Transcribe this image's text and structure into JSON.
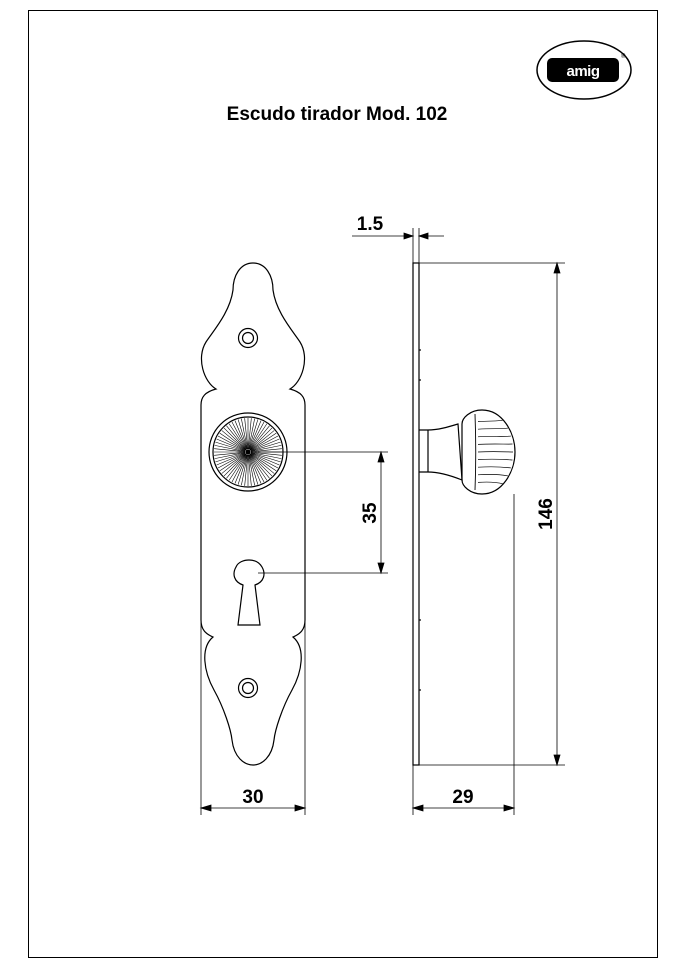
{
  "title": "Escudo tirador Mod. 102",
  "logo": {
    "text": "amig",
    "registered": "®"
  },
  "dimensions": {
    "thickness": "1.5",
    "height": "146",
    "knob_to_keyhole": "35",
    "width": "30",
    "projection": "29"
  },
  "colors": {
    "line": "#000000",
    "background": "#ffffff"
  }
}
